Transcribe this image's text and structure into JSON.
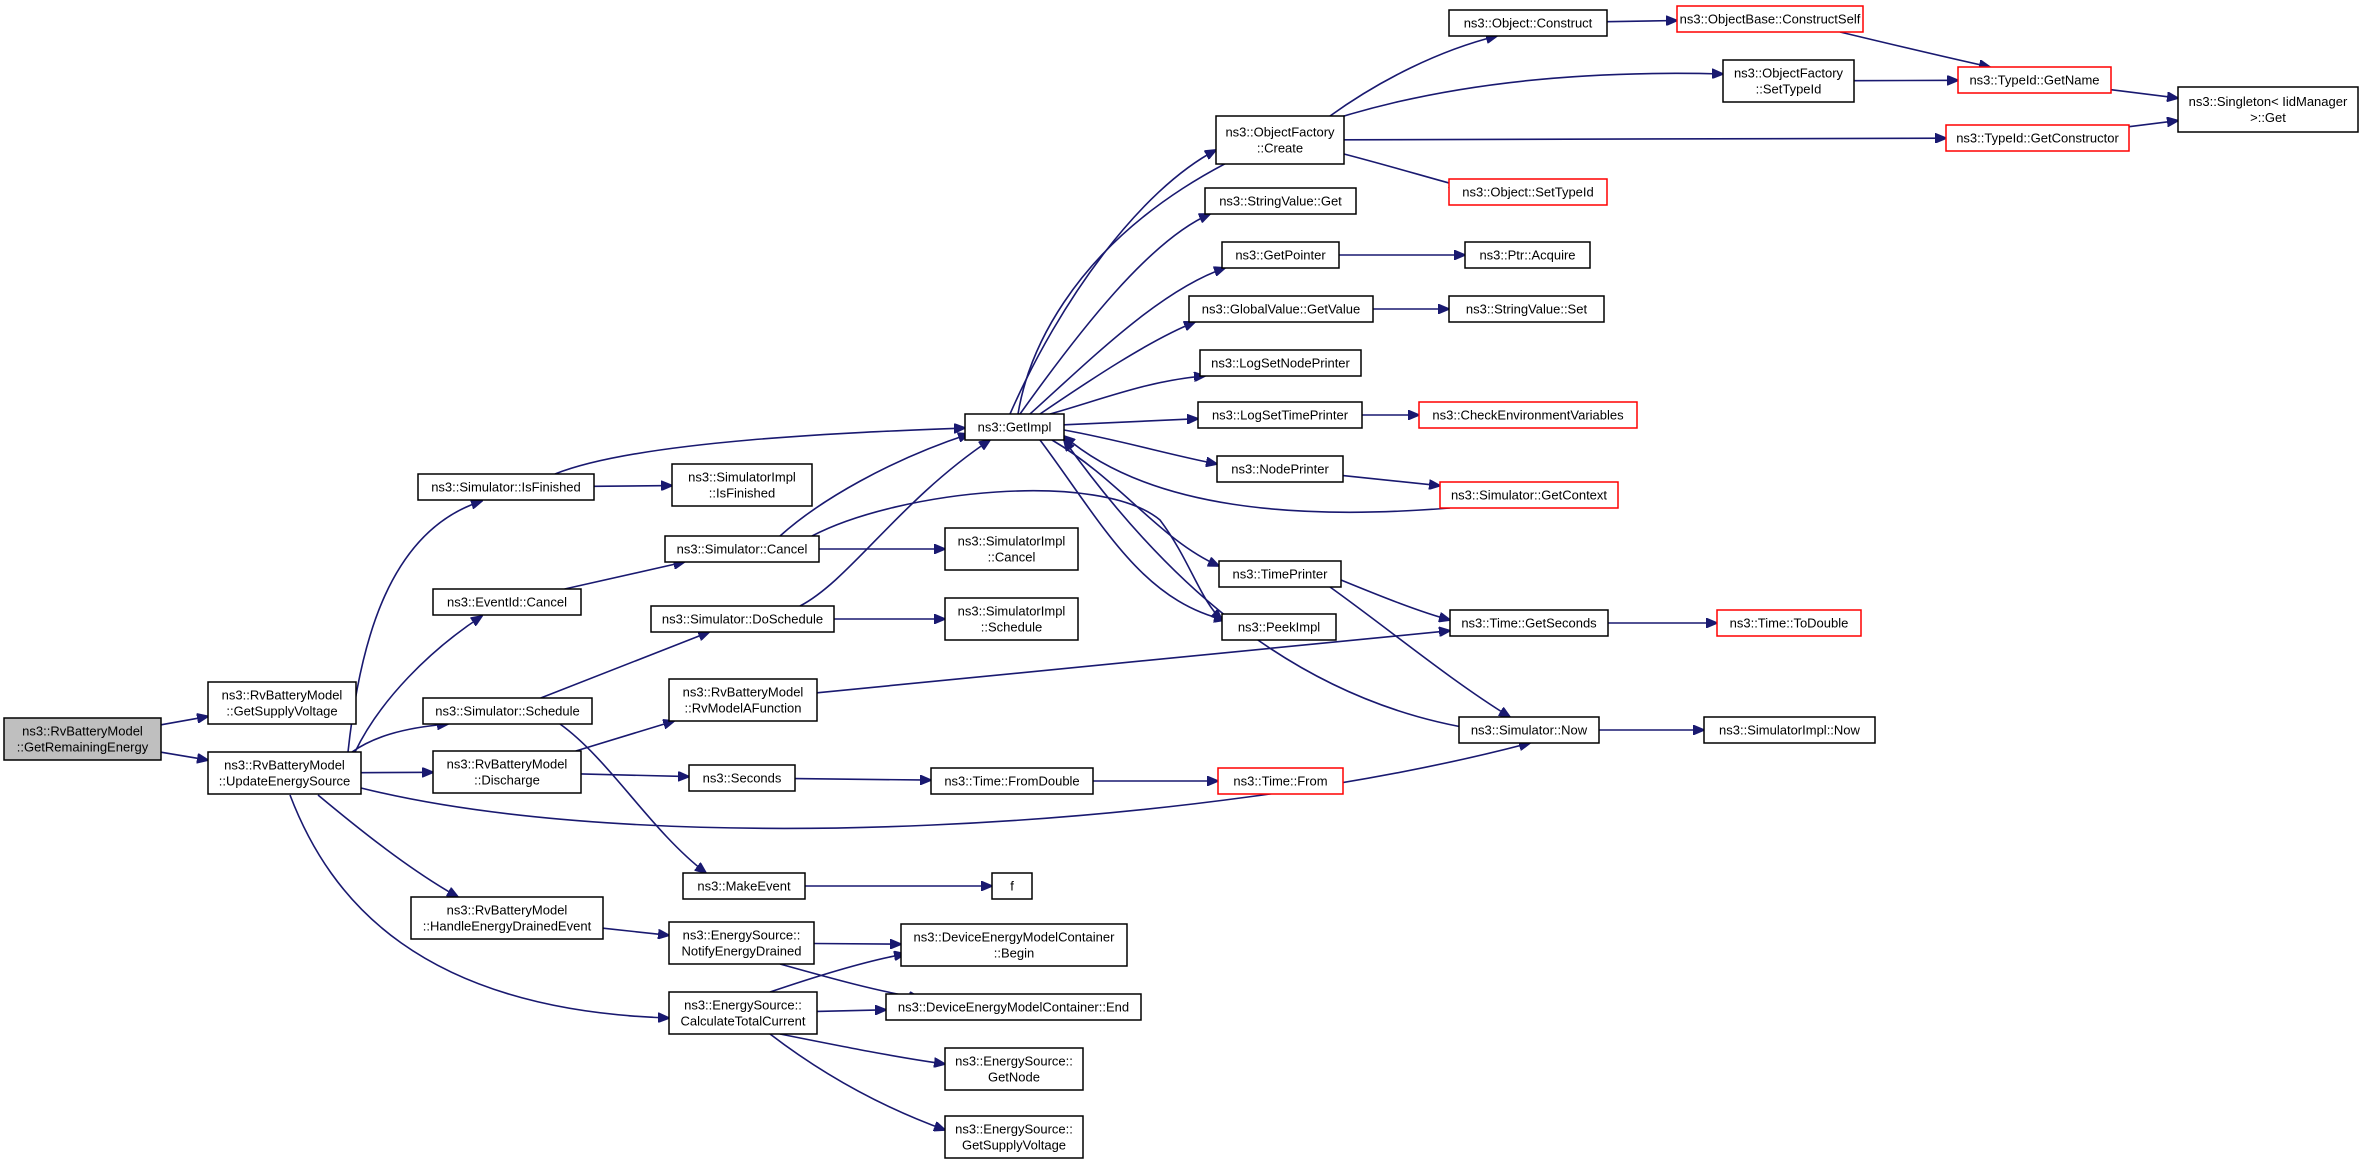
{
  "nodes": [
    {
      "id": "root",
      "lines": [
        "ns3::RvBatteryModel",
        "::GetRemainingEnergy"
      ],
      "style": "current"
    },
    {
      "id": "getsupplyvoltage",
      "lines": [
        "ns3::RvBatteryModel",
        "::GetSupplyVoltage"
      ],
      "style": "normal"
    },
    {
      "id": "updateenergysource",
      "lines": [
        "ns3::RvBatteryModel",
        "::UpdateEnergySource"
      ],
      "style": "normal"
    },
    {
      "id": "sim_isfinished",
      "lines": [
        "ns3::Simulator::IsFinished"
      ],
      "style": "normal"
    },
    {
      "id": "eventid_cancel",
      "lines": [
        "ns3::EventId::Cancel"
      ],
      "style": "normal"
    },
    {
      "id": "sim_schedule",
      "lines": [
        "ns3::Simulator::Schedule"
      ],
      "style": "normal"
    },
    {
      "id": "discharge",
      "lines": [
        "ns3::RvBatteryModel",
        "::Discharge"
      ],
      "style": "normal"
    },
    {
      "id": "handledrained",
      "lines": [
        "ns3::RvBatteryModel",
        "::HandleEnergyDrainedEvent"
      ],
      "style": "normal"
    },
    {
      "id": "simimpl_isfinished",
      "lines": [
        "ns3::SimulatorImpl",
        "::IsFinished"
      ],
      "style": "normal"
    },
    {
      "id": "sim_cancel",
      "lines": [
        "ns3::Simulator::Cancel"
      ],
      "style": "normal"
    },
    {
      "id": "sim_doschedule",
      "lines": [
        "ns3::Simulator::DoSchedule"
      ],
      "style": "normal"
    },
    {
      "id": "rvmodelafunction",
      "lines": [
        "ns3::RvBatteryModel",
        "::RvModelAFunction"
      ],
      "style": "normal"
    },
    {
      "id": "seconds",
      "lines": [
        "ns3::Seconds"
      ],
      "style": "normal"
    },
    {
      "id": "makeevent",
      "lines": [
        "ns3::MakeEvent"
      ],
      "style": "normal"
    },
    {
      "id": "notifydrained",
      "lines": [
        "ns3::EnergySource::",
        "NotifyEnergyDrained"
      ],
      "style": "normal"
    },
    {
      "id": "calctotalcurrent",
      "lines": [
        "ns3::EnergySource::",
        "CalculateTotalCurrent"
      ],
      "style": "normal"
    },
    {
      "id": "getimpl",
      "lines": [
        "ns3::GetImpl"
      ],
      "style": "normal"
    },
    {
      "id": "simimpl_cancel",
      "lines": [
        "ns3::SimulatorImpl",
        "::Cancel"
      ],
      "style": "normal"
    },
    {
      "id": "simimpl_schedule",
      "lines": [
        "ns3::SimulatorImpl",
        "::Schedule"
      ],
      "style": "normal"
    },
    {
      "id": "time_fromdouble",
      "lines": [
        "ns3::Time::FromDouble"
      ],
      "style": "normal"
    },
    {
      "id": "f",
      "lines": [
        "f"
      ],
      "style": "normal"
    },
    {
      "id": "demc_begin",
      "lines": [
        "ns3::DeviceEnergyModelContainer",
        "::Begin"
      ],
      "style": "normal"
    },
    {
      "id": "demc_end",
      "lines": [
        "ns3::DeviceEnergyModelContainer::End"
      ],
      "style": "normal"
    },
    {
      "id": "es_getnode",
      "lines": [
        "ns3::EnergySource::",
        "GetNode"
      ],
      "style": "normal"
    },
    {
      "id": "es_getsupplyvoltage",
      "lines": [
        "ns3::EnergySource::",
        "GetSupplyVoltage"
      ],
      "style": "normal"
    },
    {
      "id": "objfactory_create",
      "lines": [
        "ns3::ObjectFactory",
        "::Create"
      ],
      "style": "normal"
    },
    {
      "id": "stringvalue_get",
      "lines": [
        "ns3::StringValue::Get"
      ],
      "style": "normal"
    },
    {
      "id": "getpointer",
      "lines": [
        "ns3::GetPointer"
      ],
      "style": "normal"
    },
    {
      "id": "globalvalue_getvalue",
      "lines": [
        "ns3::GlobalValue::GetValue"
      ],
      "style": "normal"
    },
    {
      "id": "logsetnodeprinter",
      "lines": [
        "ns3::LogSetNodePrinter"
      ],
      "style": "normal"
    },
    {
      "id": "logsettimeprinter",
      "lines": [
        "ns3::LogSetTimePrinter"
      ],
      "style": "normal"
    },
    {
      "id": "nodeprinter",
      "lines": [
        "ns3::NodePrinter"
      ],
      "style": "normal"
    },
    {
      "id": "timeprinter",
      "lines": [
        "ns3::TimePrinter"
      ],
      "style": "normal"
    },
    {
      "id": "peekimpl",
      "lines": [
        "ns3::PeekImpl"
      ],
      "style": "normal"
    },
    {
      "id": "time_from",
      "lines": [
        "ns3::Time::From"
      ],
      "style": "red"
    },
    {
      "id": "obj_construct",
      "lines": [
        "ns3::Object::Construct"
      ],
      "style": "normal"
    },
    {
      "id": "objbase_constructself",
      "lines": [
        "ns3::ObjectBase::ConstructSelf"
      ],
      "style": "red"
    },
    {
      "id": "objfactory_settypeid",
      "lines": [
        "ns3::ObjectFactory",
        "::SetTypeId"
      ],
      "style": "normal"
    },
    {
      "id": "obj_settypeid",
      "lines": [
        "ns3::Object::SetTypeId"
      ],
      "style": "red"
    },
    {
      "id": "ptr_acquire",
      "lines": [
        "ns3::Ptr::Acquire"
      ],
      "style": "normal"
    },
    {
      "id": "stringvalue_set",
      "lines": [
        "ns3::StringValue::Set"
      ],
      "style": "normal"
    },
    {
      "id": "checkenvvars",
      "lines": [
        "ns3::CheckEnvironmentVariables"
      ],
      "style": "red"
    },
    {
      "id": "sim_getcontext",
      "lines": [
        "ns3::Simulator::GetContext"
      ],
      "style": "red"
    },
    {
      "id": "time_getseconds",
      "lines": [
        "ns3::Time::GetSeconds"
      ],
      "style": "normal"
    },
    {
      "id": "sim_now",
      "lines": [
        "ns3::Simulator::Now"
      ],
      "style": "normal"
    },
    {
      "id": "typeid_getname",
      "lines": [
        "ns3::TypeId::GetName"
      ],
      "style": "red"
    },
    {
      "id": "typeid_getconstructor",
      "lines": [
        "ns3::TypeId::GetConstructor"
      ],
      "style": "red"
    },
    {
      "id": "time_todouble",
      "lines": [
        "ns3::Time::ToDouble"
      ],
      "style": "red"
    },
    {
      "id": "simimpl_now",
      "lines": [
        "ns3::SimulatorImpl::Now"
      ],
      "style": "normal"
    },
    {
      "id": "singleton_get",
      "lines": [
        "ns3::Singleton< IidManager",
        ">::Get"
      ],
      "style": "normal"
    }
  ],
  "edges": [
    [
      "root",
      "getsupplyvoltage"
    ],
    [
      "root",
      "updateenergysource"
    ],
    [
      "updateenergysource",
      "sim_isfinished"
    ],
    [
      "updateenergysource",
      "eventid_cancel"
    ],
    [
      "updateenergysource",
      "sim_schedule"
    ],
    [
      "updateenergysource",
      "discharge"
    ],
    [
      "updateenergysource",
      "handledrained"
    ],
    [
      "updateenergysource",
      "calctotalcurrent"
    ],
    [
      "updateenergysource",
      "sim_now"
    ],
    [
      "sim_isfinished",
      "getimpl"
    ],
    [
      "sim_isfinished",
      "simimpl_isfinished"
    ],
    [
      "eventid_cancel",
      "sim_cancel"
    ],
    [
      "sim_schedule",
      "sim_doschedule"
    ],
    [
      "sim_schedule",
      "makeevent"
    ],
    [
      "discharge",
      "rvmodelafunction"
    ],
    [
      "discharge",
      "seconds"
    ],
    [
      "handledrained",
      "notifydrained"
    ],
    [
      "sim_cancel",
      "getimpl"
    ],
    [
      "sim_cancel",
      "simimpl_cancel"
    ],
    [
      "sim_cancel",
      "peekimpl"
    ],
    [
      "sim_doschedule",
      "getimpl"
    ],
    [
      "sim_doschedule",
      "simimpl_schedule"
    ],
    [
      "rvmodelafunction",
      "time_getseconds"
    ],
    [
      "seconds",
      "time_fromdouble"
    ],
    [
      "makeevent",
      "f"
    ],
    [
      "notifydrained",
      "demc_begin"
    ],
    [
      "notifydrained",
      "demc_end"
    ],
    [
      "calctotalcurrent",
      "demc_begin"
    ],
    [
      "calctotalcurrent",
      "demc_end"
    ],
    [
      "calctotalcurrent",
      "es_getnode"
    ],
    [
      "calctotalcurrent",
      "es_getsupplyvoltage"
    ],
    [
      "getimpl",
      "objfactory_create"
    ],
    [
      "getimpl",
      "stringvalue_get"
    ],
    [
      "getimpl",
      "getpointer"
    ],
    [
      "getimpl",
      "globalvalue_getvalue"
    ],
    [
      "getimpl",
      "logsetnodeprinter"
    ],
    [
      "getimpl",
      "logsettimeprinter"
    ],
    [
      "getimpl",
      "nodeprinter"
    ],
    [
      "getimpl",
      "timeprinter"
    ],
    [
      "getimpl",
      "peekimpl"
    ],
    [
      "getimpl",
      "objfactory_settypeid"
    ],
    [
      "time_fromdouble",
      "time_from"
    ],
    [
      "objfactory_create",
      "obj_construct"
    ],
    [
      "objfactory_create",
      "obj_settypeid"
    ],
    [
      "objfactory_create",
      "typeid_getconstructor"
    ],
    [
      "obj_construct",
      "objbase_constructself"
    ],
    [
      "objbase_constructself",
      "typeid_getname"
    ],
    [
      "objfactory_settypeid",
      "typeid_getname"
    ],
    [
      "typeid_getname",
      "singleton_get"
    ],
    [
      "typeid_getconstructor",
      "singleton_get"
    ],
    [
      "getpointer",
      "ptr_acquire"
    ],
    [
      "globalvalue_getvalue",
      "stringvalue_set"
    ],
    [
      "logsettimeprinter",
      "checkenvvars"
    ],
    [
      "nodeprinter",
      "sim_getcontext"
    ],
    [
      "sim_getcontext",
      "getimpl"
    ],
    [
      "timeprinter",
      "time_getseconds"
    ],
    [
      "timeprinter",
      "sim_now"
    ],
    [
      "time_getseconds",
      "time_todouble"
    ],
    [
      "sim_now",
      "getimpl"
    ],
    [
      "sim_now",
      "simimpl_now"
    ]
  ]
}
